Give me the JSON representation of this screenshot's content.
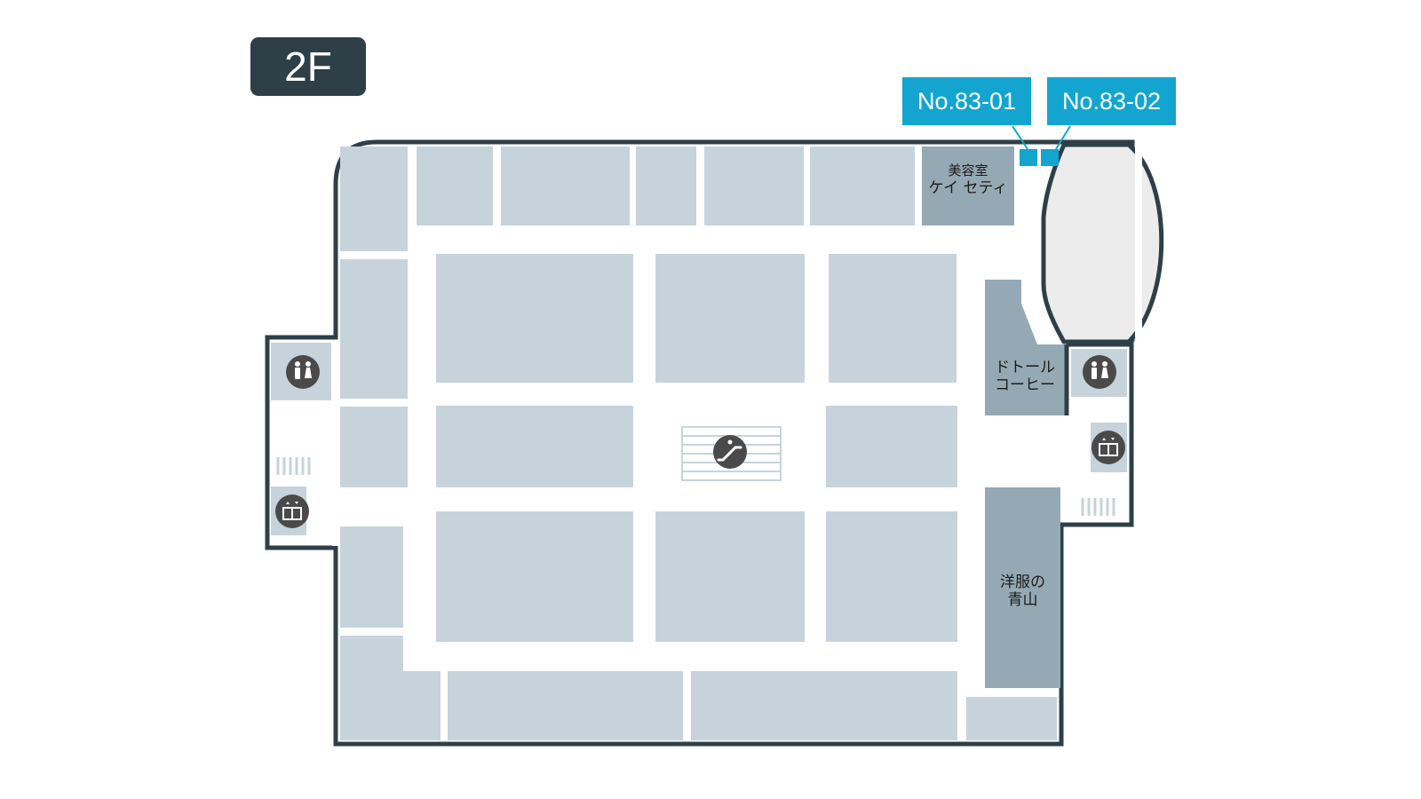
{
  "floor": {
    "label": "2F"
  },
  "spots": [
    {
      "label": "No.83-01"
    },
    {
      "label": "No.83-02"
    }
  ],
  "shops": {
    "beauty_salon": {
      "line1": "美容室",
      "line2": "ケイ セティ"
    },
    "doutor": {
      "line1": "ドトール",
      "line2": "コーヒー"
    },
    "aoyama": {
      "line1": "洋服の",
      "line2": "青山"
    }
  },
  "icons": {
    "restroom_left": "restroom-icon",
    "restroom_right": "restroom-icon",
    "elevator_left": "elevator-icon",
    "elevator_right": "elevator-icon",
    "escalator": "escalator-icon",
    "stairs_left": "stairs-icon",
    "stairs_right": "stairs-icon"
  },
  "colors": {
    "wall": "#2e3f47",
    "tenant": "#c7d3db",
    "highlight_tenant": "#95a9b4",
    "spot": "#13a5cf",
    "icon_circle": "#4a4a4a",
    "atrium": "#ececec"
  }
}
